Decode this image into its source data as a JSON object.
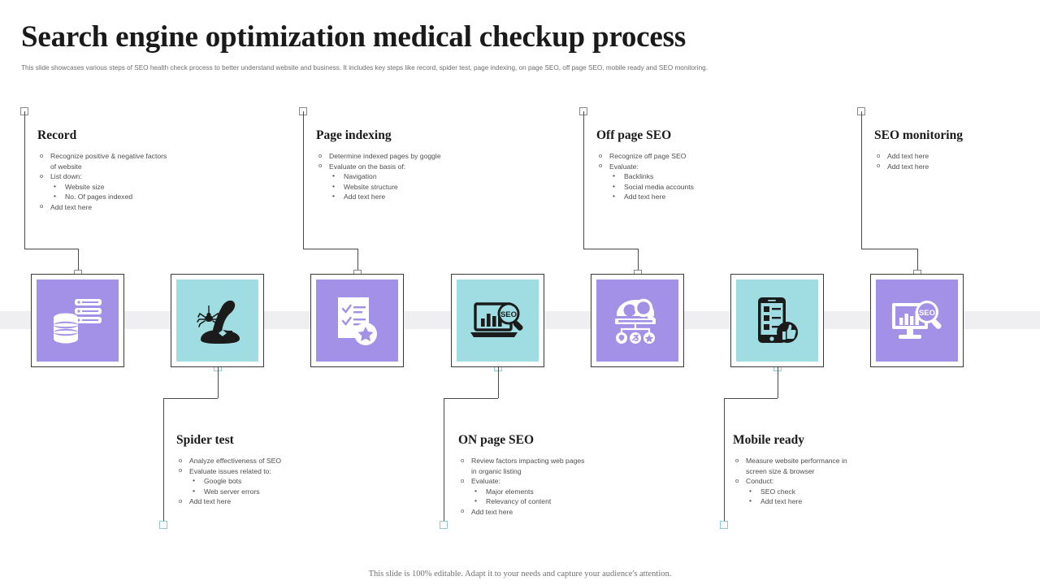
{
  "header": {
    "title": "Search engine optimization medical checkup process",
    "subtitle": "This slide showcases various steps of SEO health check process to better understand website and business. It includes key steps like record, spider test, page indexing, on page SEO, off page SEO, mobile ready and SEO monitoring."
  },
  "footer": {
    "note": "This slide is 100% editable. Adapt it to your needs and capture your audience's attention."
  },
  "colors": {
    "purple": "#a391e8",
    "teal": "#a0dde2",
    "band": "#efeff1",
    "box_border": "#3a3a3a",
    "connector": "#4a4a4a",
    "title": "#1a1a1a",
    "body_text": "#4d4d4d"
  },
  "steps": [
    {
      "key": "record",
      "heading": "Record",
      "icon": "database-records-icon",
      "tile_color": "#a391e8",
      "icon_color": "#ffffff",
      "position": "top",
      "items": [
        {
          "level": 1,
          "text": "Recognize positive & negative factors",
          "cont": "of website"
        },
        {
          "level": 1,
          "text": "List down:"
        },
        {
          "level": 2,
          "text": "Website size"
        },
        {
          "level": 2,
          "text": "No. Of pages indexed"
        },
        {
          "level": 1,
          "text": "Add text here"
        }
      ]
    },
    {
      "key": "spider-test",
      "heading": "Spider test",
      "icon": "witch-hat-spider-icon",
      "tile_color": "#a0dde2",
      "icon_color": "#1b1b1b",
      "position": "bottom",
      "items": [
        {
          "level": 1,
          "text": "Analyze effectiveness of SEO"
        },
        {
          "level": 1,
          "text": "Evaluate issues related to:"
        },
        {
          "level": 2,
          "text": "Google bots"
        },
        {
          "level": 2,
          "text": "Web server errors"
        },
        {
          "level": 1,
          "text": "Add text here"
        }
      ]
    },
    {
      "key": "page-indexing",
      "heading": "Page indexing",
      "icon": "checklist-star-icon",
      "tile_color": "#a391e8",
      "icon_color": "#ffffff",
      "position": "top",
      "items": [
        {
          "level": 1,
          "text": "Determine indexed pages by goggle"
        },
        {
          "level": 1,
          "text": "Evaluate on the basis of:"
        },
        {
          "level": 2,
          "text": "Navigation"
        },
        {
          "level": 2,
          "text": "Website structure"
        },
        {
          "level": 2,
          "text": "Add text here"
        }
      ]
    },
    {
      "key": "on-page-seo",
      "heading": "ON page SEO",
      "icon": "laptop-seo-magnifier-icon",
      "tile_color": "#a0dde2",
      "icon_color": "#1b1b1b",
      "position": "bottom",
      "items": [
        {
          "level": 1,
          "text": "Review factors impacting web pages",
          "cont": "in organic listing"
        },
        {
          "level": 1,
          "text": "Evaluate:"
        },
        {
          "level": 2,
          "text": "Major elements"
        },
        {
          "level": 2,
          "text": "Relevancy of content"
        },
        {
          "level": 1,
          "text": "Add text here"
        }
      ]
    },
    {
      "key": "off-page-seo",
      "heading": "Off page SEO",
      "icon": "offpage-network-magnifier-icon",
      "tile_color": "#a391e8",
      "icon_color": "#ffffff",
      "position": "top",
      "items": [
        {
          "level": 1,
          "text": "Recognize off page SEO"
        },
        {
          "level": 1,
          "text": "Evaluate:"
        },
        {
          "level": 2,
          "text": "Backlinks"
        },
        {
          "level": 2,
          "text": "Social media accounts"
        },
        {
          "level": 2,
          "text": "Add text here"
        }
      ]
    },
    {
      "key": "mobile-ready",
      "heading": "Mobile ready",
      "icon": "mobile-thumbs-up-icon",
      "tile_color": "#a0dde2",
      "icon_color": "#1b1b1b",
      "position": "bottom",
      "items": [
        {
          "level": 1,
          "text": "Measure website performance in",
          "cont": "screen size & browser"
        },
        {
          "level": 1,
          "text": "Conduct:"
        },
        {
          "level": 2,
          "text": "SEO check"
        },
        {
          "level": 2,
          "text": "Add text here"
        }
      ]
    },
    {
      "key": "seo-monitoring",
      "heading": "SEO monitoring",
      "icon": "monitor-seo-magnifier-icon",
      "tile_color": "#a391e8",
      "icon_color": "#ffffff",
      "position": "top",
      "items": [
        {
          "level": 1,
          "text": "Add text here"
        },
        {
          "level": 1,
          "text": "Add text here"
        }
      ]
    }
  ]
}
